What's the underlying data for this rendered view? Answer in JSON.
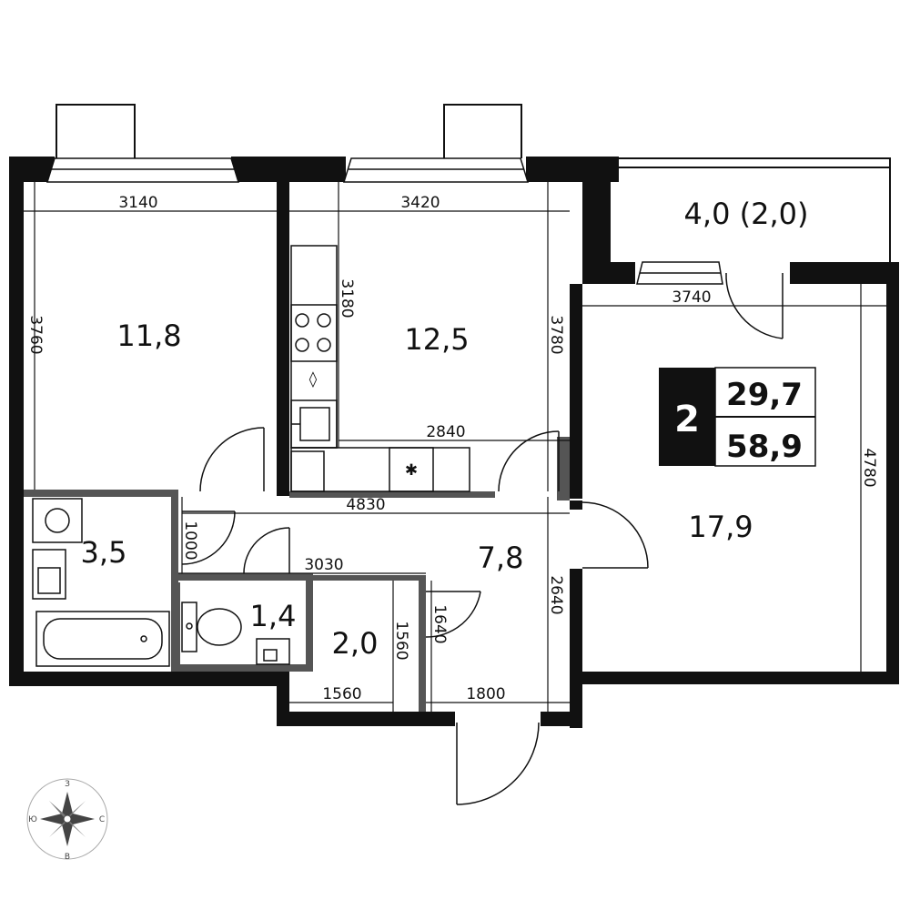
{
  "rooms": [
    {
      "id": "bedroom-1",
      "area": "11,8"
    },
    {
      "id": "kitchen",
      "area": "12,5"
    },
    {
      "id": "balcony",
      "area": "4,0 (2,0)"
    },
    {
      "id": "living-room",
      "area": "17,9"
    },
    {
      "id": "bathroom",
      "area": "3,5"
    },
    {
      "id": "hallway",
      "area": "7,8"
    },
    {
      "id": "toilet",
      "area": "1,4"
    },
    {
      "id": "storage",
      "area": "2,0"
    }
  ],
  "dimensions": [
    "3140",
    "3760",
    "3420",
    "3180",
    "3780",
    "2840",
    "3740",
    "4780",
    "4830",
    "1000",
    "3030",
    "2640",
    "1640",
    "1560",
    "1560",
    "1800"
  ],
  "summary": {
    "rooms_count": "2",
    "living_area": "29,7",
    "total_area": "58,9"
  },
  "compass": {
    "north": "З",
    "south": "В",
    "west": "Ю",
    "east": "С"
  },
  "colors": {
    "wall": "#111111",
    "partition": "#555555",
    "background": "#ffffff"
  }
}
